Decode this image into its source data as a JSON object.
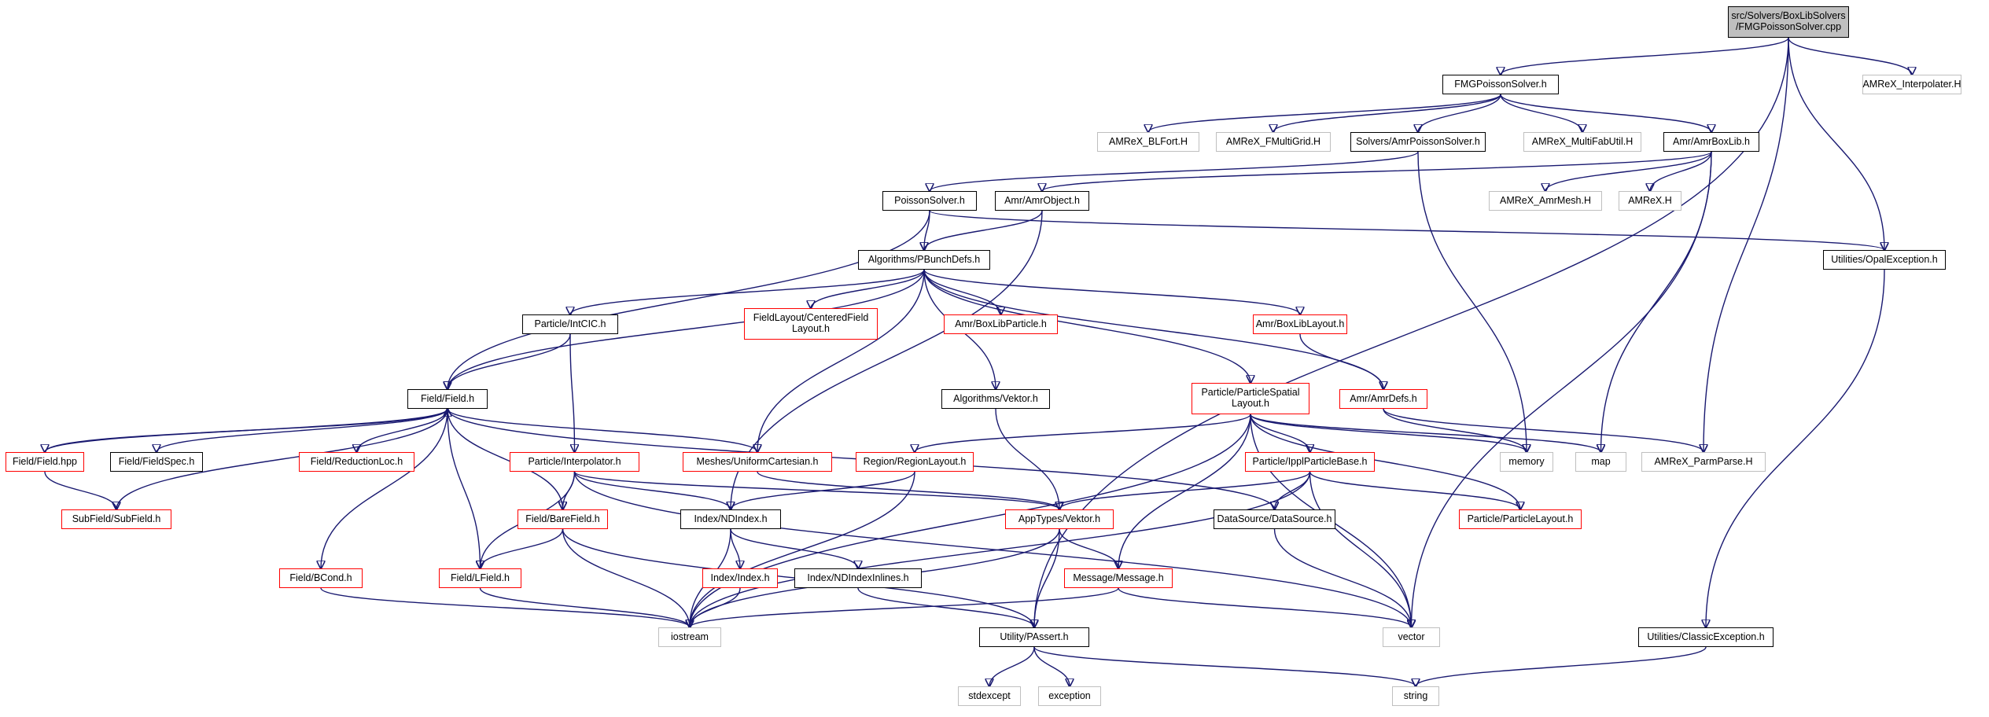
{
  "nodes": [
    {
      "id": "root",
      "label": "src/Solvers/BoxLibSolvers\n/FMGPoissonSolver.cpp",
      "style": "root"
    },
    {
      "id": "fmg",
      "label": "FMGPoissonSolver.h",
      "style": "black"
    },
    {
      "id": "amrex_interp",
      "label": "AMReX_Interpolater.H",
      "style": "gray"
    },
    {
      "id": "amrex_blfort",
      "label": "AMReX_BLFort.H",
      "style": "gray"
    },
    {
      "id": "amrex_fmultigrid",
      "label": "AMReX_FMultiGrid.H",
      "style": "gray"
    },
    {
      "id": "amrpoisson",
      "label": "Solvers/AmrPoissonSolver.h",
      "style": "black"
    },
    {
      "id": "multifabutil",
      "label": "AMReX_MultiFabUtil.H",
      "style": "gray"
    },
    {
      "id": "amrboxlib",
      "label": "Amr/AmrBoxLib.h",
      "style": "black"
    },
    {
      "id": "poisson",
      "label": "PoissonSolver.h",
      "style": "black"
    },
    {
      "id": "amrobject",
      "label": "Amr/AmrObject.h",
      "style": "black"
    },
    {
      "id": "amrex_amrmesh",
      "label": "AMReX_AmrMesh.H",
      "style": "gray"
    },
    {
      "id": "amrex_h",
      "label": "AMReX.H",
      "style": "gray"
    },
    {
      "id": "pbunch",
      "label": "Algorithms/PBunchDefs.h",
      "style": "black"
    },
    {
      "id": "opalexc",
      "label": "Utilities/OpalException.h",
      "style": "black"
    },
    {
      "id": "intcic",
      "label": "Particle/IntCIC.h",
      "style": "black"
    },
    {
      "id": "centered",
      "label": "FieldLayout/CenteredField\nLayout.h",
      "style": "red"
    },
    {
      "id": "boxlibparticle",
      "label": "Amr/BoxLibParticle.h",
      "style": "red"
    },
    {
      "id": "boxliblayout",
      "label": "Amr/BoxLibLayout.h",
      "style": "red"
    },
    {
      "id": "vektor",
      "label": "Algorithms/Vektor.h",
      "style": "black"
    },
    {
      "id": "pspatial",
      "label": "Particle/ParticleSpatial\nLayout.h",
      "style": "red"
    },
    {
      "id": "amrdefs",
      "label": "Amr/AmrDefs.h",
      "style": "red"
    },
    {
      "id": "fieldh",
      "label": "Field/Field.h",
      "style": "black"
    },
    {
      "id": "fieldhpp",
      "label": "Field/Field.hpp",
      "style": "red"
    },
    {
      "id": "fieldspec",
      "label": "Field/FieldSpec.h",
      "style": "black"
    },
    {
      "id": "reductionloc",
      "label": "Field/ReductionLoc.h",
      "style": "red"
    },
    {
      "id": "interpolator",
      "label": "Particle/Interpolator.h",
      "style": "red"
    },
    {
      "id": "uniformcart",
      "label": "Meshes/UniformCartesian.h",
      "style": "red"
    },
    {
      "id": "regionlayout",
      "label": "Region/RegionLayout.h",
      "style": "red"
    },
    {
      "id": "ipplparticle",
      "label": "Particle/IpplParticleBase.h",
      "style": "red"
    },
    {
      "id": "memory",
      "label": "memory",
      "style": "gray"
    },
    {
      "id": "map",
      "label": "map",
      "style": "gray"
    },
    {
      "id": "parmparse",
      "label": "AMReX_ParmParse.H",
      "style": "gray"
    },
    {
      "id": "subfield",
      "label": "SubField/SubField.h",
      "style": "red"
    },
    {
      "id": "barefield",
      "label": "Field/BareField.h",
      "style": "red"
    },
    {
      "id": "ndindex",
      "label": "Index/NDIndex.h",
      "style": "black"
    },
    {
      "id": "appvektor",
      "label": "AppTypes/Vektor.h",
      "style": "red"
    },
    {
      "id": "datasource",
      "label": "DataSource/DataSource.h",
      "style": "black"
    },
    {
      "id": "particlelayout",
      "label": "Particle/ParticleLayout.h",
      "style": "red"
    },
    {
      "id": "bcond",
      "label": "Field/BCond.h",
      "style": "red"
    },
    {
      "id": "lfield",
      "label": "Field/LField.h",
      "style": "red"
    },
    {
      "id": "indexh",
      "label": "Index/Index.h",
      "style": "red"
    },
    {
      "id": "ndindexinl",
      "label": "Index/NDIndexInlines.h",
      "style": "black"
    },
    {
      "id": "message",
      "label": "Message/Message.h",
      "style": "red"
    },
    {
      "id": "iostream",
      "label": "iostream",
      "style": "gray"
    },
    {
      "id": "passert",
      "label": "Utility/PAssert.h",
      "style": "black"
    },
    {
      "id": "vector",
      "label": "vector",
      "style": "gray"
    },
    {
      "id": "classicexc",
      "label": "Utilities/ClassicException.h",
      "style": "black"
    },
    {
      "id": "stdexcept",
      "label": "stdexcept",
      "style": "gray"
    },
    {
      "id": "exception",
      "label": "exception",
      "style": "gray"
    },
    {
      "id": "string",
      "label": "string",
      "style": "gray"
    }
  ],
  "edges": [
    [
      "root",
      "fmg"
    ],
    [
      "root",
      "amrex_interp"
    ],
    [
      "root",
      "opalexc"
    ],
    [
      "root",
      "parmparse"
    ],
    [
      "root",
      "passert"
    ],
    [
      "fmg",
      "amrex_blfort"
    ],
    [
      "fmg",
      "amrex_fmultigrid"
    ],
    [
      "fmg",
      "amrpoisson"
    ],
    [
      "fmg",
      "multifabutil"
    ],
    [
      "fmg",
      "amrboxlib"
    ],
    [
      "amrpoisson",
      "poisson"
    ],
    [
      "amrpoisson",
      "memory"
    ],
    [
      "amrboxlib",
      "amrobject"
    ],
    [
      "amrboxlib",
      "amrex_amrmesh"
    ],
    [
      "amrboxlib",
      "amrex_h"
    ],
    [
      "amrboxlib",
      "map"
    ],
    [
      "amrboxlib",
      "vector"
    ],
    [
      "poisson",
      "pbunch"
    ],
    [
      "poisson",
      "fieldh"
    ],
    [
      "poisson",
      "opalexc"
    ],
    [
      "amrobject",
      "pbunch"
    ],
    [
      "amrobject",
      "ndindex"
    ],
    [
      "pbunch",
      "intcic"
    ],
    [
      "pbunch",
      "centered"
    ],
    [
      "pbunch",
      "boxlibparticle"
    ],
    [
      "pbunch",
      "boxliblayout"
    ],
    [
      "pbunch",
      "vektor"
    ],
    [
      "pbunch",
      "pspatial"
    ],
    [
      "pbunch",
      "amrdefs"
    ],
    [
      "pbunch",
      "fieldh"
    ],
    [
      "pbunch",
      "uniformcart"
    ],
    [
      "opalexc",
      "classicexc"
    ],
    [
      "intcic",
      "fieldh"
    ],
    [
      "intcic",
      "interpolator"
    ],
    [
      "boxliblayout",
      "amrdefs"
    ],
    [
      "vektor",
      "appvektor"
    ],
    [
      "amrdefs",
      "memory"
    ],
    [
      "amrdefs",
      "parmparse"
    ],
    [
      "pspatial",
      "regionlayout"
    ],
    [
      "pspatial",
      "ipplparticle"
    ],
    [
      "pspatial",
      "memory"
    ],
    [
      "pspatial",
      "map"
    ],
    [
      "pspatial",
      "message"
    ],
    [
      "pspatial",
      "iostream"
    ],
    [
      "pspatial",
      "vector"
    ],
    [
      "pspatial",
      "particlelayout"
    ],
    [
      "fieldh",
      "fieldhpp"
    ],
    [
      "fieldh",
      "fieldspec"
    ],
    [
      "fieldh",
      "reductionloc"
    ],
    [
      "fieldh",
      "uniformcart"
    ],
    [
      "fieldh",
      "subfield"
    ],
    [
      "fieldh",
      "bcond"
    ],
    [
      "fieldh",
      "barefield"
    ],
    [
      "fieldh",
      "lfield"
    ],
    [
      "fieldh",
      "datasource"
    ],
    [
      "fieldhpp",
      "fieldh"
    ],
    [
      "fieldhpp",
      "subfield"
    ],
    [
      "interpolator",
      "barefield"
    ],
    [
      "interpolator",
      "lfield"
    ],
    [
      "interpolator",
      "ndindex"
    ],
    [
      "interpolator",
      "appvektor"
    ],
    [
      "interpolator",
      "vector"
    ],
    [
      "uniformcart",
      "appvektor"
    ],
    [
      "regionlayout",
      "ndindex"
    ],
    [
      "regionlayout",
      "iostream"
    ],
    [
      "ipplparticle",
      "appvektor"
    ],
    [
      "ipplparticle",
      "datasource"
    ],
    [
      "ipplparticle",
      "particlelayout"
    ],
    [
      "ipplparticle",
      "iostream"
    ],
    [
      "ipplparticle",
      "vector"
    ],
    [
      "barefield",
      "lfield"
    ],
    [
      "barefield",
      "iostream"
    ],
    [
      "barefield",
      "passert"
    ],
    [
      "ndindex",
      "indexh"
    ],
    [
      "ndindex",
      "ndindexinl"
    ],
    [
      "ndindex",
      "iostream"
    ],
    [
      "appvektor",
      "message"
    ],
    [
      "appvektor",
      "passert"
    ],
    [
      "appvektor",
      "iostream"
    ],
    [
      "datasource",
      "vector"
    ],
    [
      "bcond",
      "iostream"
    ],
    [
      "lfield",
      "iostream"
    ],
    [
      "indexh",
      "iostream"
    ],
    [
      "ndindexinl",
      "passert"
    ],
    [
      "message",
      "iostream"
    ],
    [
      "message",
      "vector"
    ],
    [
      "passert",
      "stdexcept"
    ],
    [
      "passert",
      "exception"
    ],
    [
      "passert",
      "string"
    ],
    [
      "classicexc",
      "string"
    ]
  ]
}
